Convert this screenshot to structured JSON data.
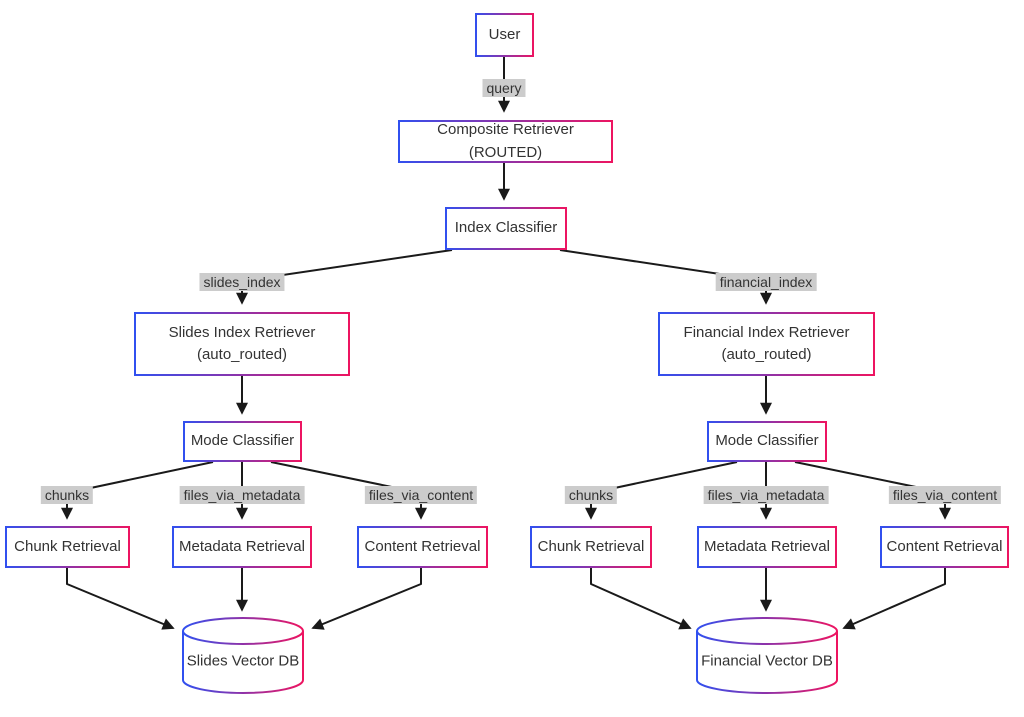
{
  "diagram": {
    "type": "flowchart",
    "colors": {
      "blue": "#3050f0",
      "pink": "#ee1460",
      "line": "#1a1a1a",
      "label_bg": "#cccccc",
      "text": "#333333",
      "bg": "#ffffff"
    },
    "nodes": {
      "user": {
        "label": "User"
      },
      "composite_retriever": {
        "label": "Composite Retriever (ROUTED)"
      },
      "index_classifier": {
        "label": "Index Classifier"
      },
      "slides_index_retriever": {
        "line1": "Slides Index Retriever",
        "line2": "(auto_routed)"
      },
      "financial_index_retriever": {
        "line1": "Financial Index Retriever",
        "line2": "(auto_routed)"
      },
      "mode_classifier_slides": {
        "label": "Mode Classifier"
      },
      "mode_classifier_financial": {
        "label": "Mode Classifier"
      },
      "chunk_retrieval_slides": {
        "label": "Chunk Retrieval"
      },
      "metadata_retrieval_slides": {
        "label": "Metadata Retrieval"
      },
      "content_retrieval_slides": {
        "label": "Content Retrieval"
      },
      "chunk_retrieval_financial": {
        "label": "Chunk Retrieval"
      },
      "metadata_retrieval_financial": {
        "label": "Metadata Retrieval"
      },
      "content_retrieval_financial": {
        "label": "Content Retrieval"
      },
      "slides_vector_db": {
        "label": "Slides Vector DB"
      },
      "financial_vector_db": {
        "label": "Financial Vector DB"
      }
    },
    "edge_labels": {
      "query": "query",
      "slides_index": "slides_index",
      "financial_index": "financial_index",
      "chunks_slides": "chunks",
      "files_via_metadata_slides": "files_via_metadata",
      "files_via_content_slides": "files_via_content",
      "chunks_financial": "chunks",
      "files_via_metadata_financial": "files_via_metadata",
      "files_via_content_financial": "files_via_content"
    }
  }
}
